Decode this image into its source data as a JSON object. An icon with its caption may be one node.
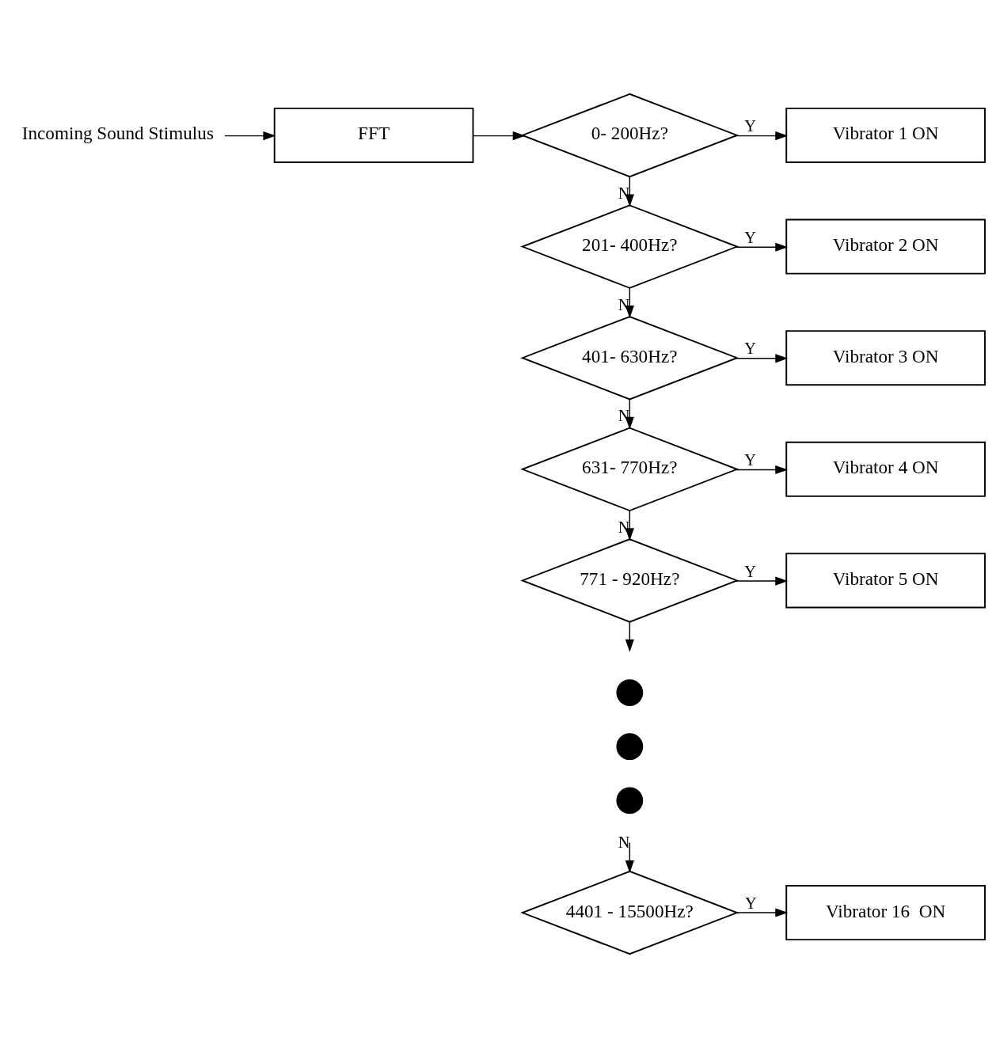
{
  "diagram": {
    "nodes": [
      {
        "text": [
          "Incoming Sound Stimulus"
        ]
      },
      {
        "text": [
          "FFT"
        ]
      },
      {
        "text": [
          "0- 200Hz?"
        ]
      },
      {
        "text": [
          "Vibrator 1 ON"
        ]
      },
      {
        "text": [
          "201- 400Hz?"
        ]
      },
      {
        "text": [
          "Vibrator 2 ON"
        ]
      },
      {
        "text": [
          "401- 630Hz?"
        ]
      },
      {
        "text": [
          "Vibrator 3 ON"
        ]
      },
      {
        "text": [
          "631- 770Hz?"
        ]
      },
      {
        "text": [
          "Vibrator 4 ON"
        ]
      },
      {
        "text": [
          "771 - 920Hz?"
        ]
      },
      {
        "text": [
          "Vibrator 5 ON"
        ]
      },
      {
        "text": [],
        "shape": "circle"
      },
      {
        "text": [],
        "shape": "circle"
      },
      {
        "text": [],
        "shape": "circle"
      },
      {
        "text": [
          "4401 - 15500Hz?"
        ]
      },
      {
        "text": [
          "Vibrator 16  ON"
        ]
      }
    ],
    "edges": [
      {
        "from": 0,
        "to": 1,
        "arrow": "to"
      },
      {
        "from": 1,
        "to": 2,
        "arrow": "to"
      },
      {
        "from": 2,
        "to": 3,
        "label": "Y",
        "arrow": "to"
      },
      {
        "from": 2,
        "to": 4,
        "label": "N",
        "arrow": "to"
      },
      {
        "from": 4,
        "to": 5,
        "label": "Y",
        "arrow": "to"
      },
      {
        "from": 4,
        "to": 6,
        "label": "N",
        "arrow": "to"
      },
      {
        "from": 6,
        "to": 7,
        "label": "Y",
        "arrow": "to"
      },
      {
        "from": 6,
        "to": 8,
        "label": "N",
        "arrow": "to"
      },
      {
        "from": 8,
        "to": 9,
        "label": "Y",
        "arrow": "to"
      },
      {
        "from": 8,
        "to": 10,
        "label": "N",
        "arrow": "to"
      },
      {
        "from": 10,
        "to": 11,
        "label": "Y",
        "arrow": "to"
      },
      {
        "from": 10,
        "to": null,
        "arrow": "to"
      },
      {
        "from": null,
        "to": 15,
        "label": "N",
        "arrow": "to"
      },
      {
        "from": 15,
        "to": 16,
        "label": "Y",
        "arrow": "to"
      }
    ]
  }
}
